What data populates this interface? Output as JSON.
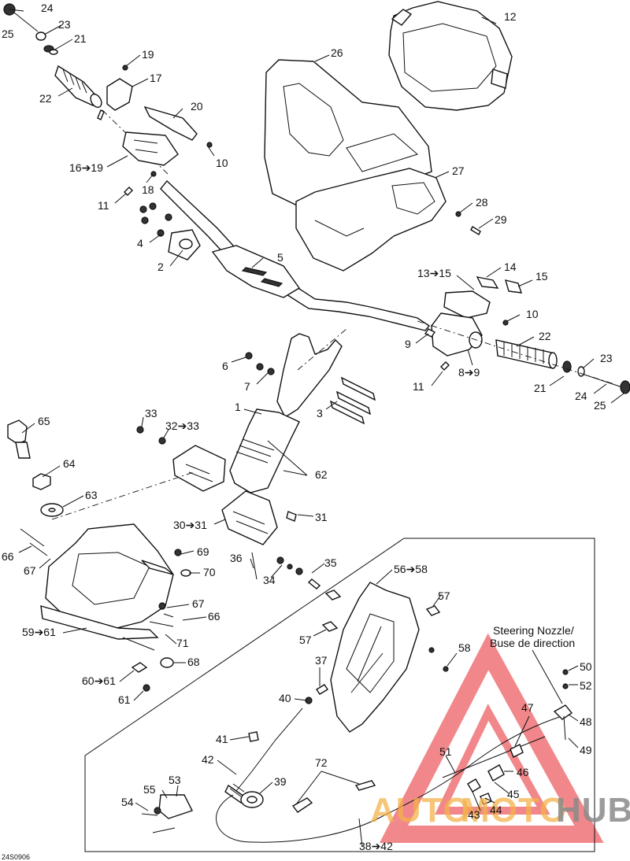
{
  "labels": {
    "l24a": "24",
    "l25a": "25",
    "l23a": "23",
    "l21a": "21",
    "l22a": "22",
    "l19": "19",
    "l17": "17",
    "l20": "20",
    "l10a": "10",
    "l16": "16➔19",
    "l18": "18",
    "l11a": "11",
    "l12": "12",
    "l26": "26",
    "l27": "27",
    "l28": "28",
    "l29": "29",
    "l3a": "3",
    "l4": "4",
    "l2": "2",
    "l5": "5",
    "l13": "13➔15",
    "l14": "14",
    "l15": "15",
    "l10b": "10",
    "l9": "9",
    "l22b": "22",
    "l23b": "23",
    "l21b": "21",
    "l24b": "24",
    "l25b": "25",
    "l11b": "11",
    "l89": "8➔9",
    "l6": "6",
    "l7": "7",
    "l3b": "3",
    "l1": "1",
    "l33": "33",
    "l3233": "32➔33",
    "l62": "62",
    "l65": "65",
    "l64": "64",
    "l63": "63",
    "l3031": "30➔31",
    "l31": "31",
    "l66a": "66",
    "l67a": "67",
    "l69": "69",
    "l70": "70",
    "l36": "36",
    "l34": "34",
    "l35": "35",
    "l5658": "56➔58",
    "l57a": "57",
    "l67b": "67",
    "l66b": "66",
    "l5961": "59➔61",
    "l71": "71",
    "l68": "68",
    "l6061": "60➔61",
    "l61": "61",
    "l57b": "57",
    "l58": "58",
    "l37": "37",
    "l40": "40",
    "l41": "41",
    "l42": "42",
    "l53": "53",
    "l55": "55",
    "l54": "54",
    "l39": "39",
    "l72": "72",
    "l3842": "38➔42",
    "l51": "51",
    "l47": "47",
    "l46": "46",
    "l45": "45",
    "l44": "44",
    "l43": "43",
    "l48": "48",
    "l49": "49",
    "l50": "50",
    "l52": "52"
  },
  "nozzle_note": {
    "line1": "Steering Nozzle/",
    "line2": "Buse de direction"
  },
  "diagram_code": "24S0906",
  "watermark": {
    "part1": "AUTO",
    "part2": "MOTO",
    "part3": "HUB"
  },
  "colors": {
    "ink": "#111111",
    "watermark_red": "#e8383d",
    "watermark_orange": "#f3b24b",
    "watermark_gray": "#8a8a8a"
  }
}
